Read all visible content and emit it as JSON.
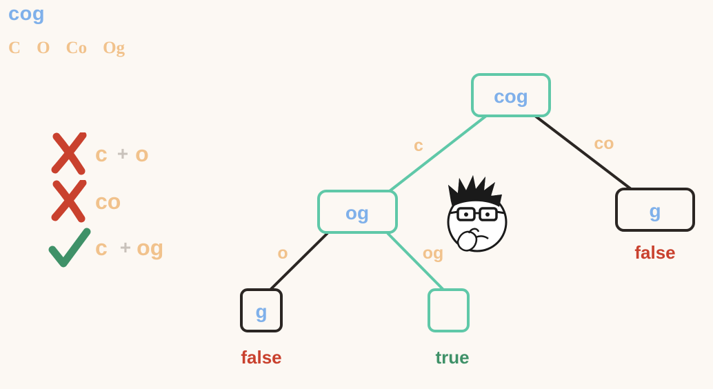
{
  "target_word": "cog",
  "dictionary": [
    "C",
    "O",
    "Co",
    "Og"
  ],
  "attempts": [
    {
      "status": "fail",
      "icon": "cross-icon",
      "parts": [
        "c",
        "+",
        "o"
      ]
    },
    {
      "status": "fail",
      "icon": "cross-icon",
      "parts": [
        "co"
      ]
    },
    {
      "status": "success",
      "icon": "checkmark-icon",
      "parts": [
        "c",
        "+",
        "og"
      ]
    }
  ],
  "tree": {
    "root": {
      "label": "cog"
    },
    "left_child": {
      "label": "og",
      "edge_label": "c"
    },
    "right_child": {
      "label": "g",
      "edge_label": "co",
      "result": "false"
    },
    "left_left": {
      "label": "g",
      "edge_label": "o",
      "result": "false"
    },
    "left_right": {
      "label": "",
      "edge_label": "og",
      "result": "true"
    }
  },
  "colors": {
    "accent_blue": "#7fb0ea",
    "prefix_orange": "#f1c28c",
    "teal_edge": "#5fc8a8",
    "dark_edge": "#2b2623",
    "false_red": "#c9412e",
    "true_green": "#3f9168",
    "background": "#fcf8f3"
  },
  "thinking_face": "thinking-face-icon"
}
